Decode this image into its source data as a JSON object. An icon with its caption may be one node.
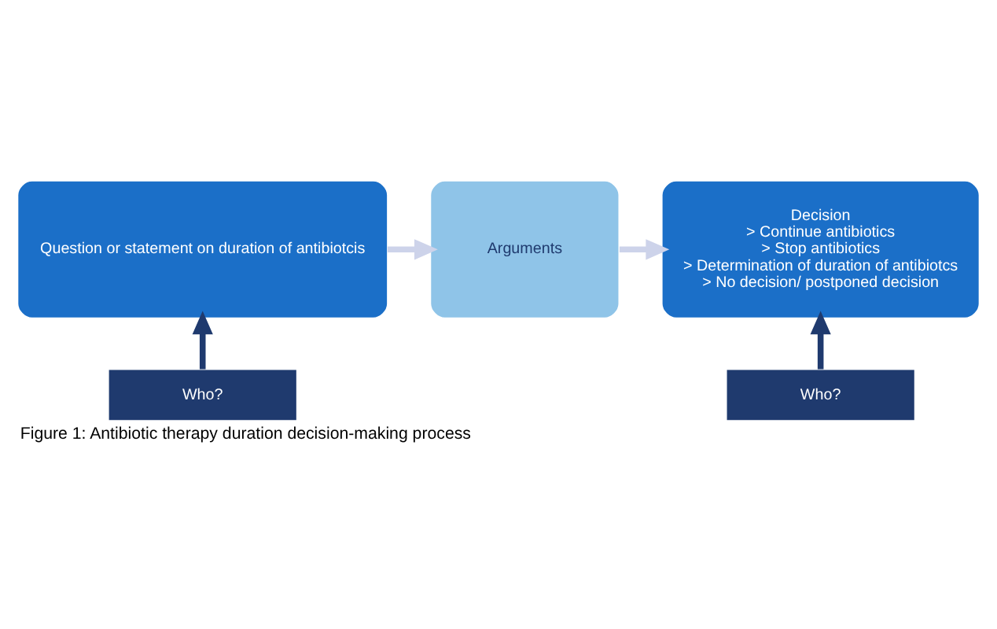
{
  "diagram": {
    "caption": "Figure 1: Antibiotic therapy duration decision-making process",
    "nodes": [
      {
        "text": [
          "Question or statement on duration of antibiotcis"
        ]
      },
      {
        "text": [
          "Arguments"
        ]
      },
      {
        "text": [
          "Decision",
          "> Continue antibiotics",
          "> Stop antibiotics",
          "> Determination of duration of antibiotcs",
          "> No decision/ postponed decision"
        ]
      },
      {
        "text": [
          "Who?"
        ]
      },
      {
        "text": [
          "Who?"
        ]
      }
    ],
    "edges": [
      {
        "from": 0,
        "to": 1,
        "arrow": "to",
        "color": "#cdd3ea"
      },
      {
        "from": 1,
        "to": 2,
        "arrow": "to",
        "color": "#cdd3ea"
      },
      {
        "from": 3,
        "to": 0,
        "arrow": "to",
        "color": "#1f3a6e"
      },
      {
        "from": 4,
        "to": 2,
        "arrow": "to",
        "color": "#1f3a6e"
      }
    ]
  }
}
